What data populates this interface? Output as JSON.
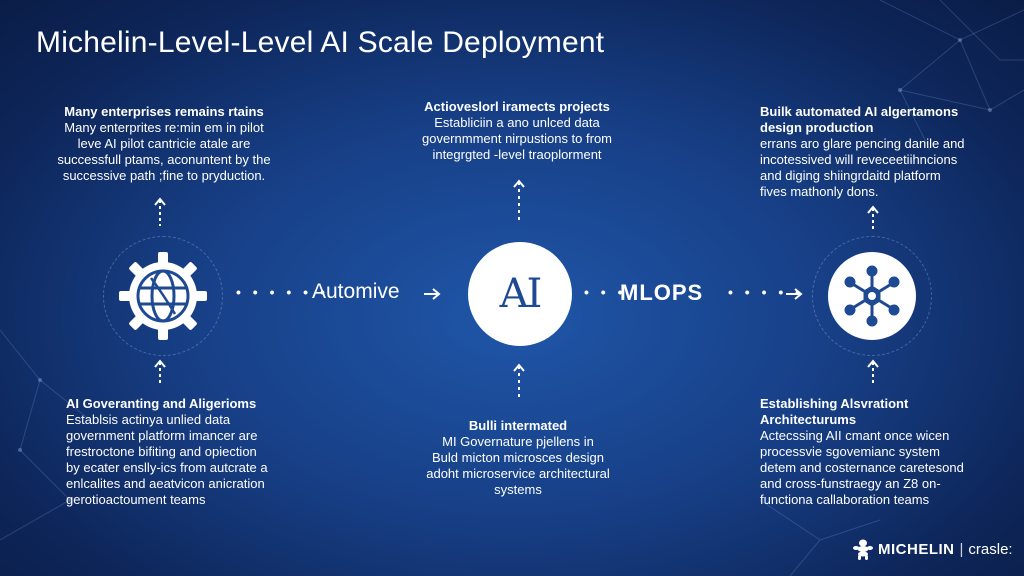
{
  "title": "Michelin-Level-Level AI Scale Deployment",
  "top_left": {
    "heading": "Many enterprises remains rtains",
    "body": "Many enterprites re:min em in pilot\nleve AI pilot cantricie atale are\nsuccessfull ptams, aconuntent by the\nsuccessive path ;fine to pryduction."
  },
  "top_center": {
    "heading": "Actioveslorl iramects projects",
    "body": "Establiciin a ano unlced data\ngovernmment nirpustions to from\nintegrgted -level traoplorment"
  },
  "top_right": {
    "heading": "Builk automated AI algertamons\ndesign production",
    "body": "errans aro glare pencing danile and\nincotessived will reveceetiihncions\nand diging shiingrdaitd platform\nfives mathonly dons."
  },
  "bottom_left": {
    "heading": "AI Goveranting and Aligerioms",
    "body": "Establsis actinya unlied data\ngovernment platform imancer are\nfrestroctone bifiting and opiection\nby ecater enslly-ics from autcrate a\nenlcalites and aeatvicon anicration\ngerotioactoument teams"
  },
  "bottom_center": {
    "heading": "Bulli intermated",
    "body": "MI Governature pjellens in\nBuld micton microsces design\nadoht microservice architectural\nsystems"
  },
  "bottom_right": {
    "heading": "Establishing Alsvrationt\nArchitecturums",
    "body": "Actecssing AII cmant once wicen\nprocessvie sgovemianc system\ndetem and costernance caretesond\nand cross-funstraegy an Z8 on-\nfunctiona callaboration teams"
  },
  "flow": {
    "label_left": "Automive",
    "center_glyph": "AI",
    "label_right": "MLOPS"
  },
  "logo": {
    "brand": "MICHELIN",
    "separator": "|",
    "partner": "crasle:"
  },
  "colors": {
    "background": "#173f86",
    "node_white": "#ffffff",
    "node_dark": "#1a3f85",
    "icon_blue": "#1e4a93"
  }
}
